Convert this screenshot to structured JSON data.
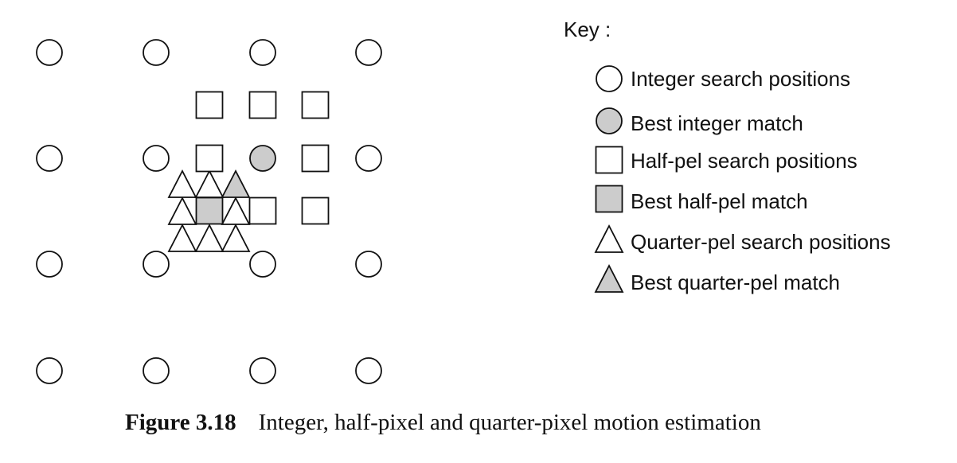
{
  "key": {
    "title": "Key :",
    "items": [
      {
        "shape": "circle",
        "filled": false,
        "label": "Integer search positions"
      },
      {
        "shape": "circle",
        "filled": true,
        "label": "Best integer match"
      },
      {
        "shape": "square",
        "filled": false,
        "label": "Half-pel search positions"
      },
      {
        "shape": "square",
        "filled": true,
        "label": "Best half-pel match"
      },
      {
        "shape": "triangle",
        "filled": false,
        "label": "Quarter-pel search positions"
      },
      {
        "shape": "triangle",
        "filled": true,
        "label": "Best quarter-pel match"
      }
    ]
  },
  "caption": {
    "number": "Figure 3.18",
    "text": "Integer, half-pixel and quarter-pixel motion estimation"
  },
  "colors": {
    "stroke": "#111111",
    "fill_best": "#cccccc",
    "fill_empty": "#ffffff"
  }
}
